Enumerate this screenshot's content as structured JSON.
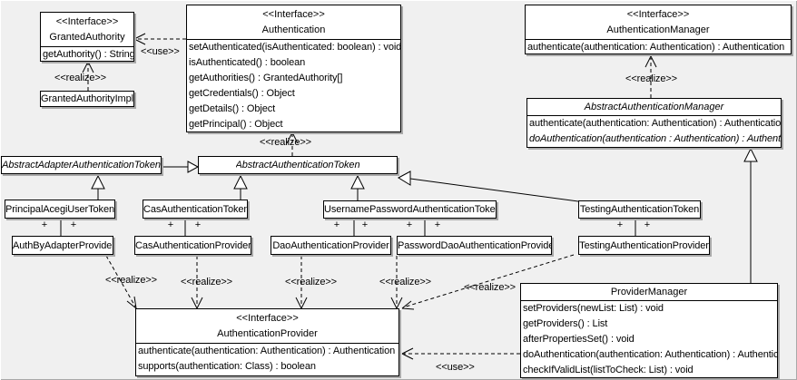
{
  "stereotypes": {
    "interface": "<<Interface>>",
    "use": "<<use>>",
    "realize": "<<realize>>",
    "plus": "+"
  },
  "colors": {
    "background": "#f0f0f0",
    "box_fill": "#ffffff",
    "box_border": "#000000",
    "box_shadow": "#a9a9a9"
  },
  "classes": {
    "granted_authority": {
      "stereotype": "<<Interface>>",
      "name": "GrantedAuthority",
      "methods": [
        "getAuthority() : String"
      ]
    },
    "granted_authority_impl": {
      "name": "GrantedAuthorityImpl"
    },
    "authentication": {
      "stereotype": "<<Interface>>",
      "name": "Authentication",
      "methods": [
        "setAuthenticated(isAuthenticated: boolean) : void",
        "isAuthenticated() : boolean",
        "getAuthorities() : GrantedAuthority[]",
        "getCredentials() : Object",
        "getDetails() : Object",
        "getPrincipal() : Object"
      ]
    },
    "authentication_manager": {
      "stereotype": "<<Interface>>",
      "name": "AuthenticationManager",
      "methods": [
        "authenticate(authentication: Authentication) : Authentication"
      ]
    },
    "abstract_authentication_manager": {
      "name": "AbstractAuthenticationManager",
      "methods": [
        "authenticate(authentication: Authentication) : Authentication",
        "doAuthentication(authentication : Authentication) : Authentication"
      ]
    },
    "abstract_adapter_authentication_token": {
      "name": "AbstractAdapterAuthenticationToken"
    },
    "abstract_authentication_token": {
      "name": "AbstractAuthenticationToken"
    },
    "principal_acegi_user_token": {
      "name": "PrincipalAcegiUserToken"
    },
    "cas_authentication_token": {
      "name": "CasAuthenticationToken"
    },
    "username_password_authentication_token": {
      "name": "UsernamePasswordAuthenticationToken"
    },
    "testing_authentication_token": {
      "name": "TestingAuthenticationToken"
    },
    "auth_by_adapter_provider": {
      "name": "AuthByAdapterProvider"
    },
    "cas_authentication_provider": {
      "name": "CasAuthenticationProvider"
    },
    "dao_authentication_provider": {
      "name": "DaoAuthenticationProvider"
    },
    "password_dao_authentication_provider": {
      "name": "PasswordDaoAuthenticationProvider"
    },
    "testing_authentication_provider": {
      "name": "TestingAuthenticationProvider"
    },
    "authentication_provider": {
      "stereotype": "<<Interface>>",
      "name": "AuthenticationProvider",
      "methods": [
        "authenticate(authentication: Authentication) : Authentication",
        "supports(authentication: Class) : boolean"
      ]
    },
    "provider_manager": {
      "name": "ProviderManager",
      "methods": [
        "setProviders(newList: List) : void",
        "getProviders() : List",
        "afterPropertiesSet() : void",
        "doAuthentication(authentication: Authentication) : Authentication",
        "checkIfValidList(listToCheck: List) : void"
      ]
    }
  }
}
